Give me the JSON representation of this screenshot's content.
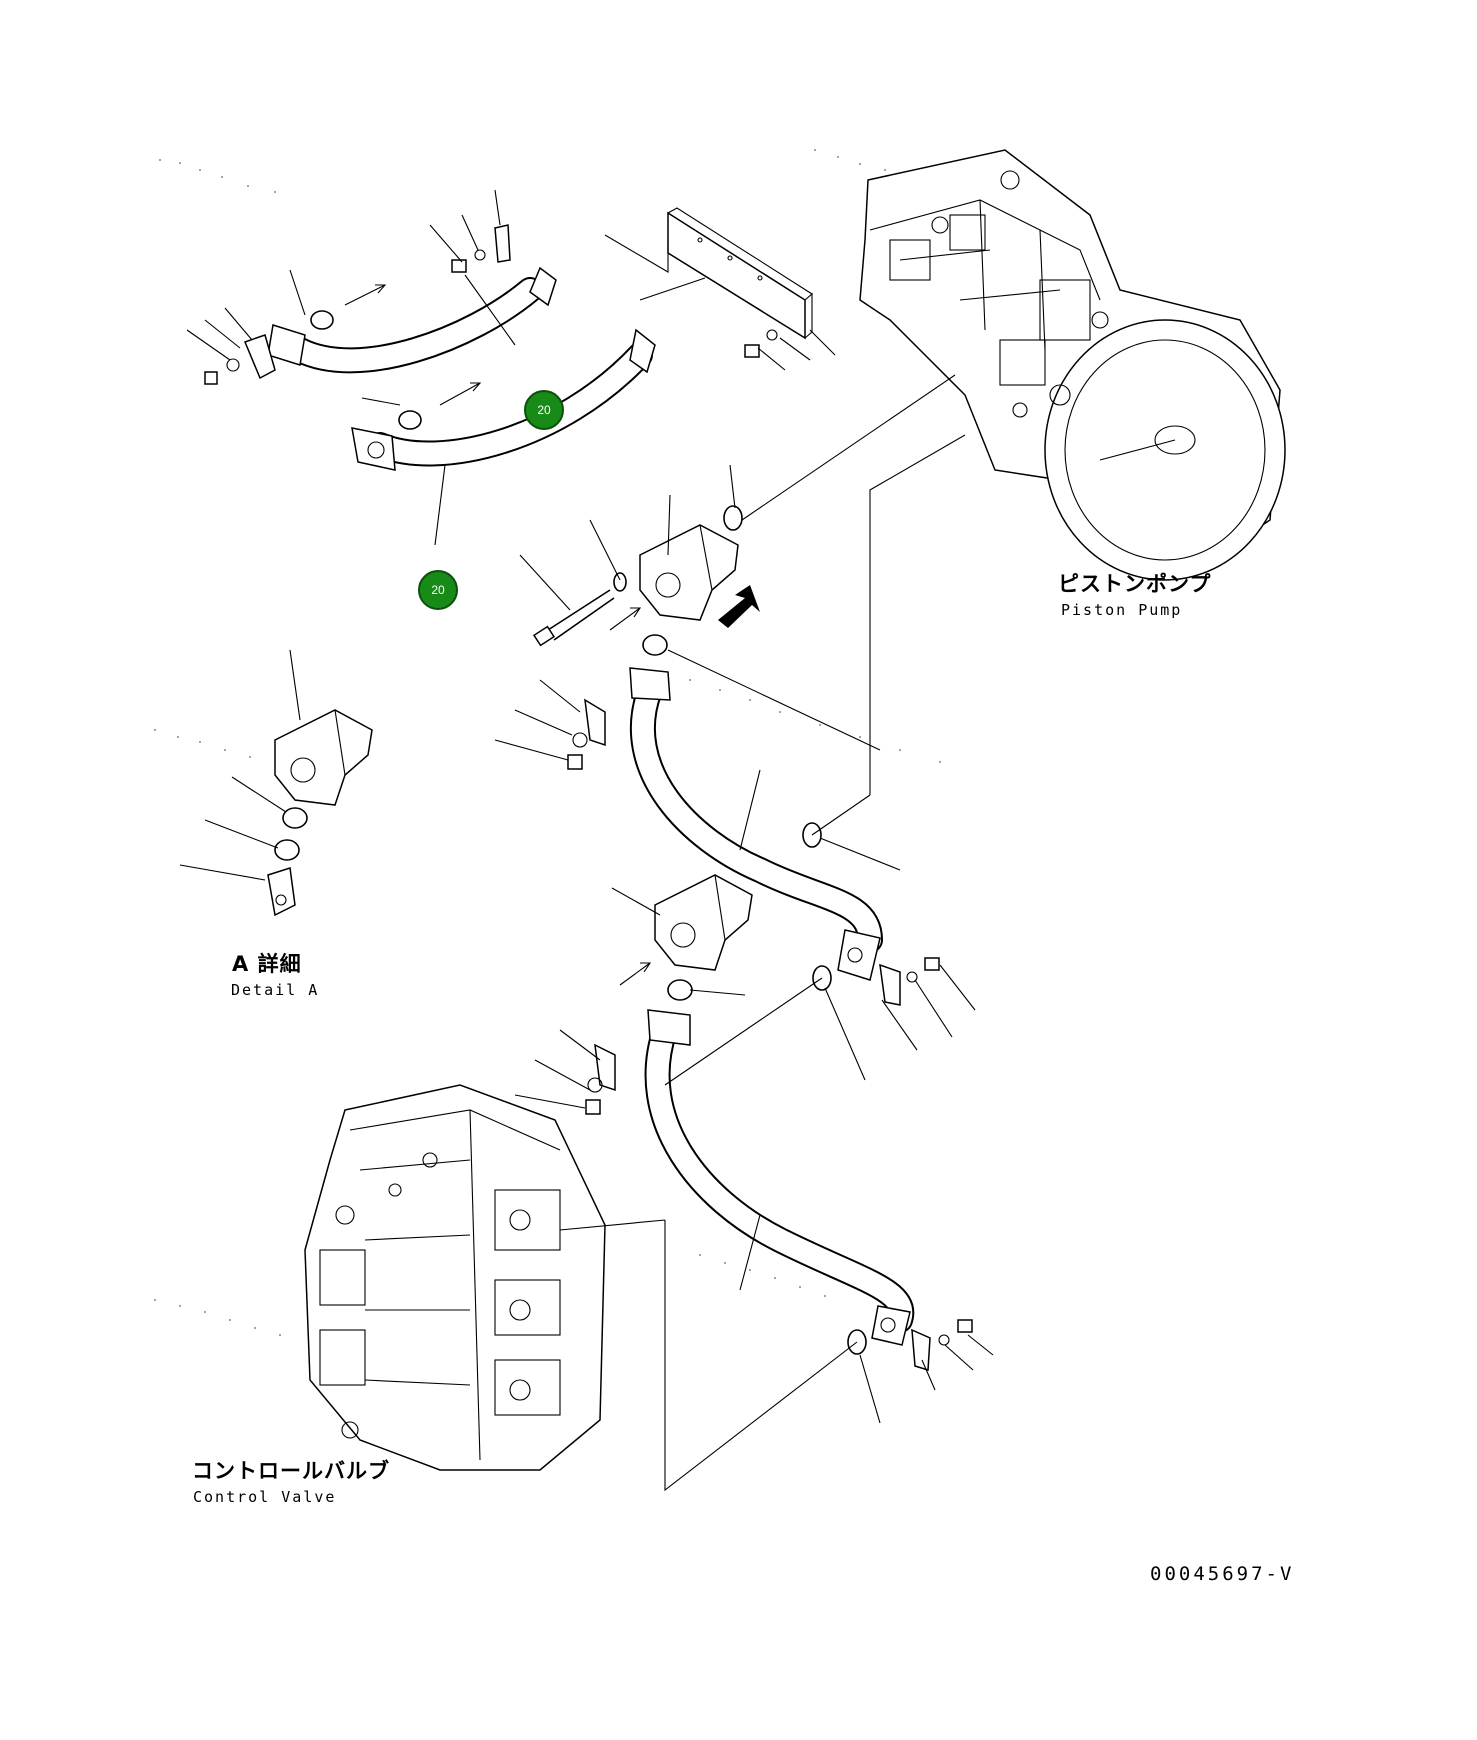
{
  "labels": {
    "piston_pump_jp": "ピストンポンプ",
    "piston_pump_en": "Piston Pump",
    "detail_a_jp": "A 詳細",
    "detail_a_en": "Detail A",
    "control_valve_jp": "コントロールバルブ",
    "control_valve_en": "Control Valve",
    "drawing_code": "00045697-V"
  },
  "markers": [
    {
      "id": "marker-upper",
      "text": "20"
    },
    {
      "id": "marker-lower",
      "text": "20"
    }
  ],
  "colors": {
    "marker_fill": "#178a17",
    "line": "#000000",
    "background": "#ffffff"
  }
}
